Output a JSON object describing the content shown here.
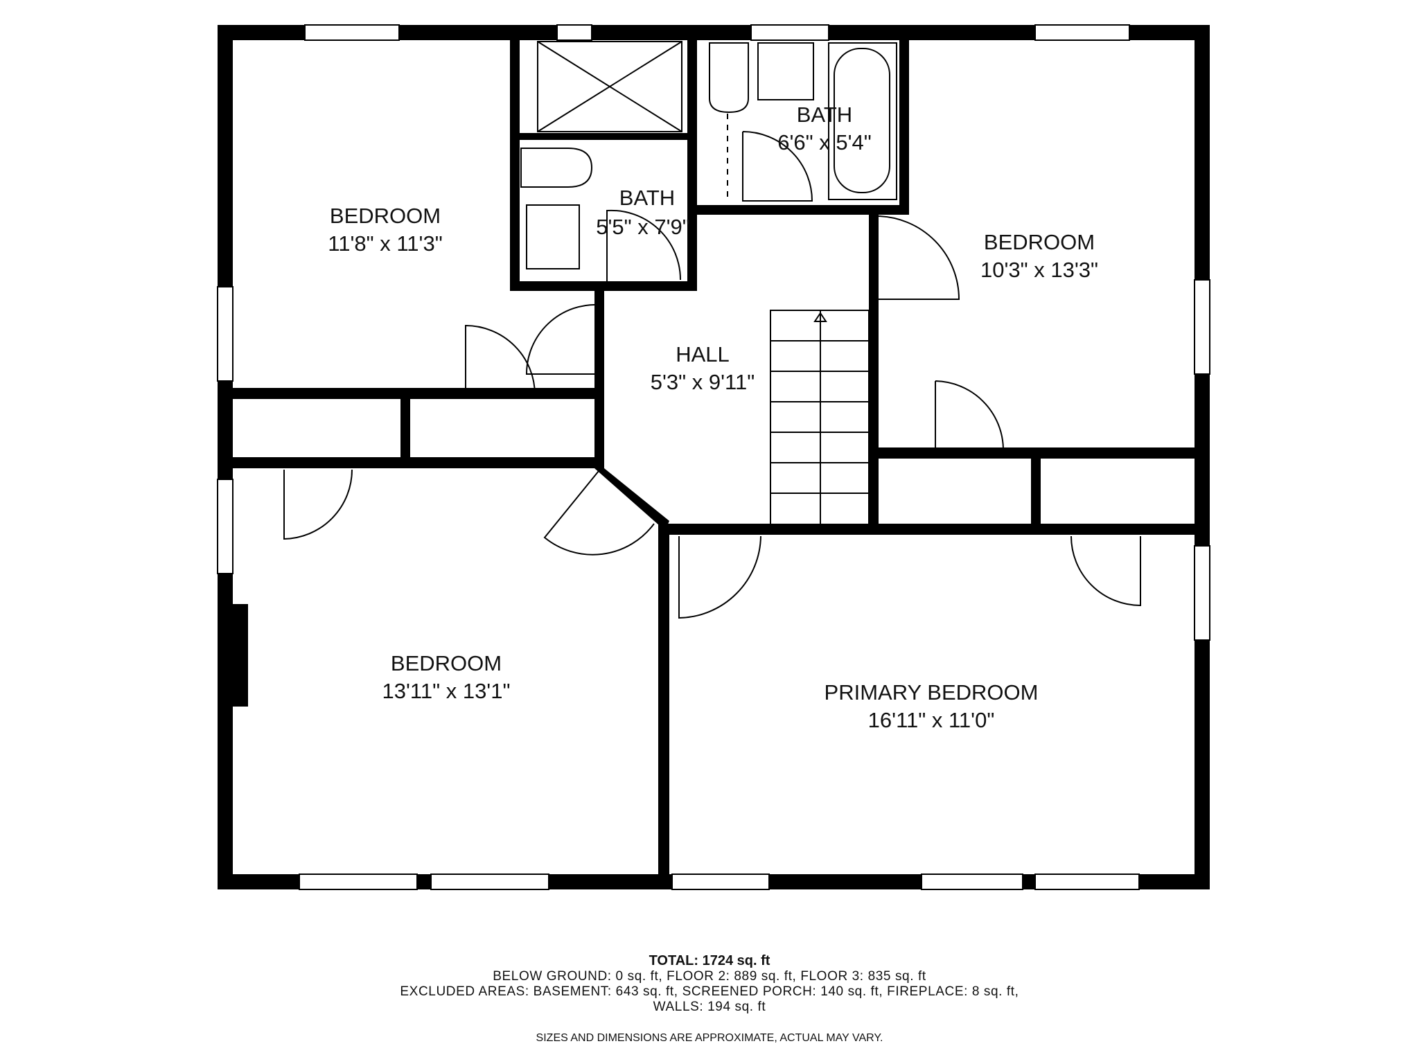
{
  "colors": {
    "wall": "#000000",
    "background": "#ffffff",
    "text": "#111111"
  },
  "rooms": [
    {
      "name": "BEDROOM",
      "size": "11'8\" x 11'3\""
    },
    {
      "name": "BATH",
      "size": "5'5\" x 7'9\""
    },
    {
      "name": "BATH",
      "size": "6'6\" x 5'4\""
    },
    {
      "name": "BEDROOM",
      "size": "10'3\" x 13'3\""
    },
    {
      "name": "HALL",
      "size": "5'3\" x 9'11\""
    },
    {
      "name": "BEDROOM",
      "size": "13'11\" x 13'1\""
    },
    {
      "name": "PRIMARY BEDROOM",
      "size": "16'11\" x 11'0\""
    }
  ],
  "footer": {
    "total": "TOTAL: 1724 sq. ft",
    "line1": "BELOW GROUND: 0 sq. ft, FLOOR 2: 889 sq. ft, FLOOR 3: 835 sq. ft",
    "line2": "EXCLUDED AREAS: BASEMENT: 643 sq. ft, SCREENED PORCH: 140 sq. ft, FIREPLACE: 8 sq. ft,",
    "line3": "WALLS: 194 sq. ft",
    "disclaimer": "SIZES AND DIMENSIONS ARE APPROXIMATE, ACTUAL MAY VARY."
  }
}
